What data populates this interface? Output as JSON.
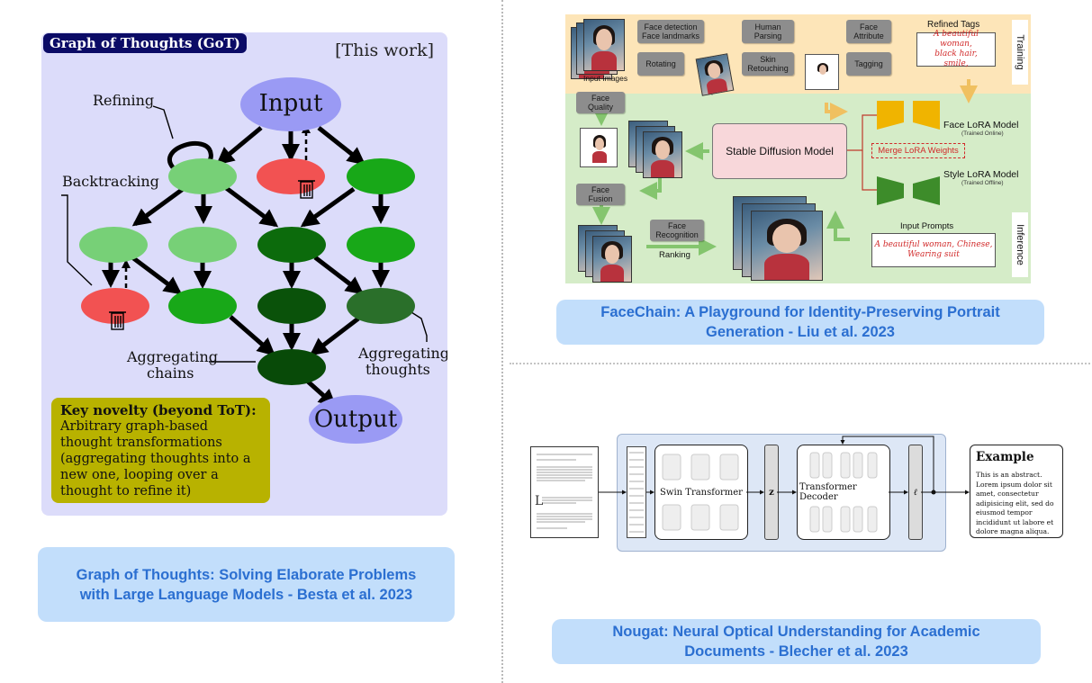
{
  "got": {
    "title": "Graph of Thoughts (GoT)",
    "this_work": "[This work]",
    "node_input": "Input",
    "node_output": "Output",
    "label_refining": "Refining",
    "label_backtracking": "Backtracking",
    "label_aggregating_chains_1": "Aggregating",
    "label_aggregating_chains_2": "chains",
    "label_aggregating_thoughts_1": "Aggregating",
    "label_aggregating_thoughts_2": "thoughts",
    "key_title": "Key novelty (beyond ToT):",
    "key_body": "Arbitrary graph-based thought transformations (aggregating thoughts into a new one, looping over a thought to refine it)",
    "colors": {
      "panel": "#dcdcfa",
      "input_output": "#9a9af4",
      "light_green": "#77d077",
      "mid_green": "#18a818",
      "dark_green": "#0b5e0b",
      "trash_red": "#f25252",
      "key_box": "#b8b200"
    },
    "caption_line1": "Graph of Thoughts: Solving Elaborate Problems",
    "caption_line2": "with Large Language Models - Besta et al. 2023"
  },
  "facechain": {
    "input_images": "Input Images",
    "face_detection_1": "Face detection",
    "face_detection_2": "Face landmarks",
    "rotating": "Rotating",
    "human_parsing_1": "Human",
    "human_parsing_2": "Parsing",
    "skin_retouching_1": "Skin",
    "skin_retouching_2": "Retouching",
    "face_attribute_1": "Face",
    "face_attribute_2": "Attribute",
    "tagging": "Tagging",
    "refined_tags": "Refined Tags",
    "refined_tags_text_1": "A beautiful woman,",
    "refined_tags_text_2": "black hair,",
    "refined_tags_text_3": "smile,",
    "training": "Training",
    "face_quality_1": "Face",
    "face_quality_2": "Quality",
    "face_fusion_1": "Face",
    "face_fusion_2": "Fusion",
    "face_recognition_1": "Face",
    "face_recognition_2": "Recognition",
    "ranking": "Ranking",
    "stable_diffusion": "Stable Diffusion Model",
    "merge_lora": "Merge LoRA Weights",
    "face_lora": "Face LoRA Model",
    "face_lora_sub": "(Trained Online)",
    "style_lora": "Style LoRA Model",
    "style_lora_sub": "(Trained Offline)",
    "input_prompts": "Input Prompts",
    "prompt_text_1": "A beautiful woman, Chinese,",
    "prompt_text_2": "Wearing suit",
    "inference": "Inference",
    "colors": {
      "top": "#fde5b8",
      "bottom": "#d5ecc8",
      "face_lora": "#f0b400",
      "style_lora": "#3d8c2a",
      "sd_box": "#f8d7da"
    },
    "caption_line1": "FaceChain: A Playground for Identity-Preserving Portrait",
    "caption_line2": "Generation - Liu et al. 2023"
  },
  "nougat": {
    "swin": "Swin Transformer",
    "z": "z",
    "decoder": "Transformer Decoder",
    "ell": "ℓ",
    "example_title": "Example",
    "example_body": "This is an abstract. Lorem ipsum dolor sit amet, consectetur adipisicing elit, sed do eiusmod tempor incididunt ut labore et dolore magna aliqua.",
    "caption_line1": "Nougat: Neural Optical Understanding for Academic",
    "caption_line2": "Documents - Blecher et al. 2023"
  }
}
